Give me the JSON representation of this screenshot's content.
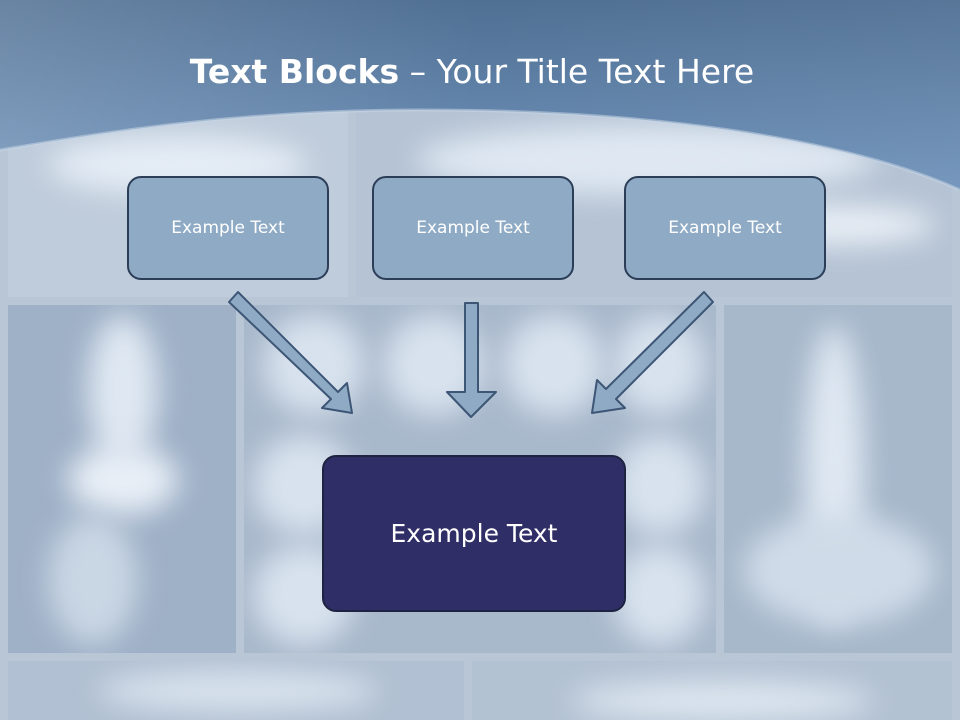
{
  "slide": {
    "title_bold": "Text Blocks",
    "title_dash": " – ",
    "title_rest": "Your Title Text Here"
  },
  "blocks": {
    "top": [
      "Example Text",
      "Example Text",
      "Example Text"
    ],
    "center": "Example Text"
  },
  "colors": {
    "title_band": "#5f83ab",
    "small_box_fill": "#8eaac4",
    "center_box_fill": "#302e66",
    "arrow_fill": "#8eaac4",
    "arrow_stroke": "#3d5675"
  }
}
